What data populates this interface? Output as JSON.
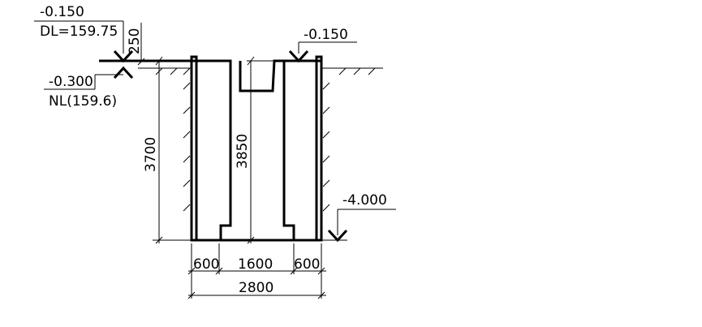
{
  "labels": {
    "top_left_level": "-0.150",
    "design_level": "DL=159.75",
    "offset_250": "250",
    "natural_level_value": "-0.300",
    "natural_level": "NL(159.6)",
    "top_right_level": "-0.150",
    "bottom_level": "-4.000",
    "depth_3700": "3700",
    "depth_3850": "3850",
    "width_left": "600",
    "width_middle": "1600",
    "width_right": "600",
    "width_total": "2800"
  }
}
